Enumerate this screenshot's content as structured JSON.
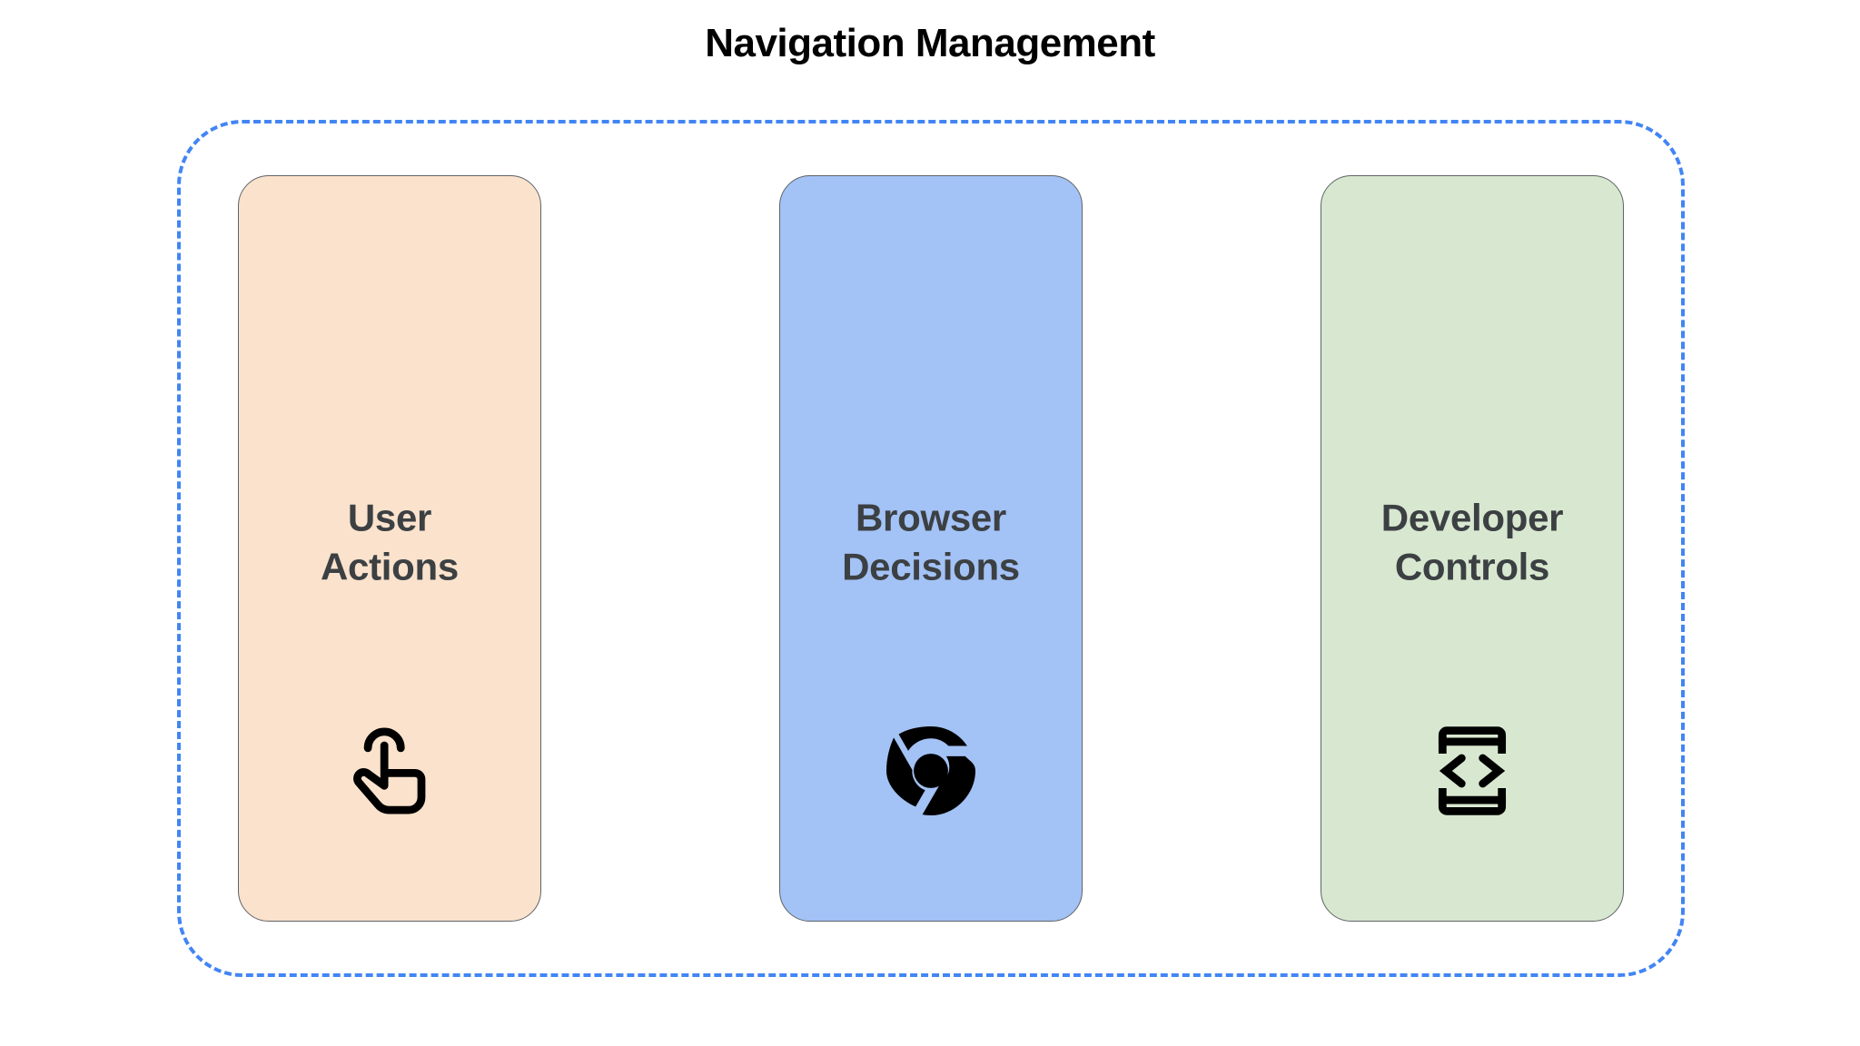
{
  "page": {
    "title": "Navigation Management",
    "background_color": "#ffffff",
    "title_color": "#000000"
  },
  "container": {
    "border_style": "dashed",
    "border_color": "#4285F4"
  },
  "cards": [
    {
      "label": "User\nActions",
      "fill_color": "#FAE2CC",
      "border_color": "#5f6368",
      "text_color": "#3c4043",
      "icon_name": "touch-gesture-icon",
      "icon_color": "#000000"
    },
    {
      "label": "Browser\nDecisions",
      "fill_color": "#A3C2F5",
      "border_color": "#5f6368",
      "text_color": "#3c4043",
      "icon_name": "chrome-logo-icon",
      "icon_color": "#000000"
    },
    {
      "label": "Developer\nControls",
      "fill_color": "#D8E8D0",
      "border_color": "#5f6368",
      "text_color": "#3c4043",
      "icon_name": "developer-mode-code-icon",
      "icon_color": "#000000"
    }
  ]
}
